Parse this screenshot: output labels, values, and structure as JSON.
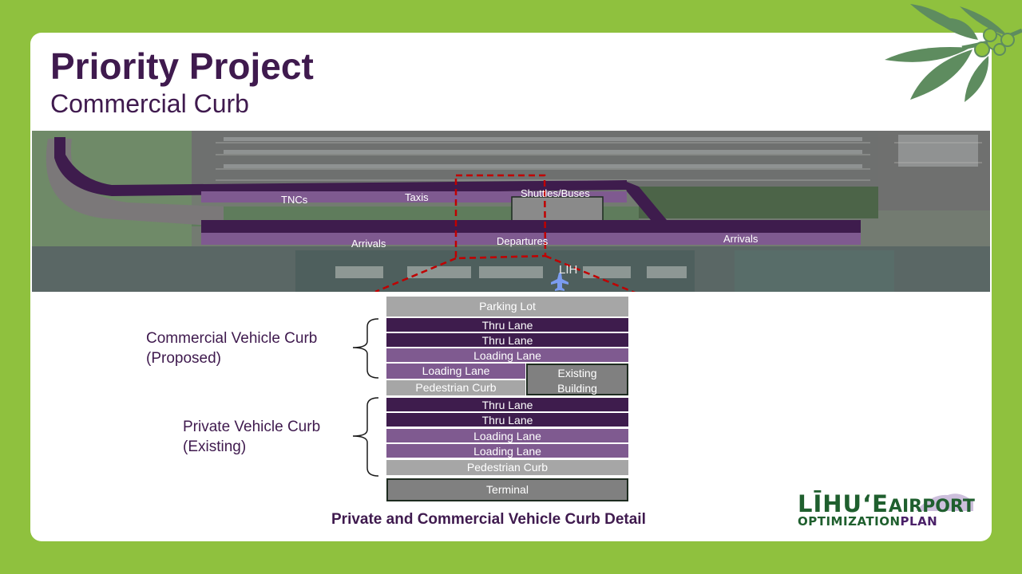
{
  "slide": {
    "title": "Priority Project",
    "subtitle": "Commercial Curb"
  },
  "colors": {
    "background_green": "#8fc13e",
    "title_purple": "#3f1a4e",
    "thru_lane": "#3e1c4d",
    "loading_lane": "#7f5a90",
    "curb_gray": "#a6a6a6",
    "building_gray": "#808080",
    "callout_red": "#c00000",
    "logo_green": "#1f5f2e"
  },
  "aerial_map": {
    "labels": {
      "tncs": "TNCs",
      "taxis": "Taxis",
      "shuttles_buses": "Shuttles/Buses",
      "arrivals_left": "Arrivals",
      "departures": "Departures",
      "arrivals_right": "Arrivals",
      "airport_code": "LIH"
    }
  },
  "curb_detail": {
    "groups": [
      {
        "label_line1": "Commercial Vehicle Curb",
        "label_line2": "(Proposed)"
      },
      {
        "label_line1": "Private Vehicle Curb",
        "label_line2": "(Existing)"
      }
    ],
    "lanes": [
      {
        "label": "Parking Lot",
        "type": "gray"
      },
      {
        "label": "Thru Lane",
        "type": "dark"
      },
      {
        "label": "Thru Lane",
        "type": "dark"
      },
      {
        "label": "Loading Lane",
        "type": "purple"
      },
      {
        "label": "Loading Lane",
        "type": "purple"
      },
      {
        "label": "Pedestrian Curb",
        "type": "gray"
      },
      {
        "label": "Thru Lane",
        "type": "dark"
      },
      {
        "label": "Thru Lane",
        "type": "dark"
      },
      {
        "label": "Loading Lane",
        "type": "purple"
      },
      {
        "label": "Loading Lane",
        "type": "purple"
      },
      {
        "label": "Pedestrian Curb",
        "type": "gray"
      },
      {
        "label": "Terminal",
        "type": "building"
      }
    ],
    "existing_building": {
      "line1": "Existing",
      "line2": "Building"
    },
    "caption": "Private and Commercial Vehicle Curb Detail"
  },
  "logo": {
    "line1_main": "LĪHU‘E",
    "line1_secondary": "AIRPORT",
    "line2_main": "OPTIMIZATION",
    "line2_secondary": "PLAN"
  }
}
